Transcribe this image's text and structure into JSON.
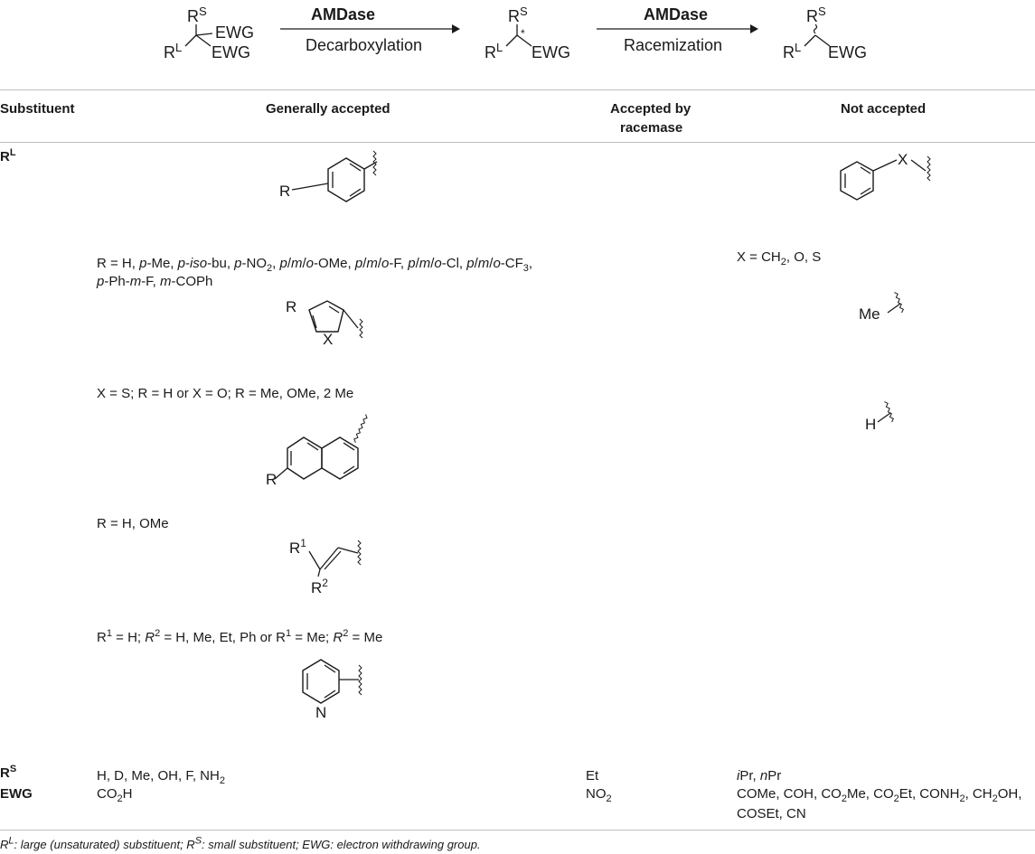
{
  "scheme": {
    "substrate": {
      "rs": "R",
      "rs_sup": "S",
      "rl": "R",
      "rl_sup": "L",
      "ewg1": "EWG",
      "ewg2": "EWG"
    },
    "step1": {
      "enzyme": "AMDase",
      "process": "Decarboxylation"
    },
    "intermediate": {
      "rs": "R",
      "rs_sup": "S",
      "rl": "R",
      "rl_sup": "L",
      "ewg": "EWG",
      "star": "*"
    },
    "step2": {
      "enzyme": "AMDase",
      "process": "Racemization"
    },
    "product": {
      "rs": "R",
      "rs_sup": "S",
      "rl": "R",
      "rl_sup": "L",
      "ewg": "EWG"
    }
  },
  "columns": {
    "substituent": "Substituent",
    "accepted": "Generally accepted",
    "racemase_line1": "Accepted by",
    "racemase_line2": "racemase",
    "not_accepted": "Not accepted"
  },
  "rows": {
    "rl": {
      "label": "R",
      "label_sup": "L"
    },
    "rs": {
      "label": "R",
      "label_sup": "S",
      "accepted": "H, D, Me, OH, F, NH",
      "accepted_sub": "2",
      "racemase": "Et"
    },
    "ewg": {
      "label": "EWG",
      "accepted": "CO",
      "accepted_sub": "2",
      "accepted_tail": "H",
      "racemase": "NO",
      "racemase_sub": "2"
    }
  },
  "rl_structures": {
    "aryl": {
      "R": "R"
    },
    "heteroaryl": {
      "R": "R",
      "X": "X"
    },
    "naphthyl": {
      "R": "R"
    },
    "alkenyl": {
      "R1": "R",
      "R1_sup": "1",
      "R2": "R",
      "R2_sup": "2"
    },
    "pyridyl": {
      "N": "N"
    }
  },
  "not_accepted": {
    "aryl": {
      "X": "X"
    },
    "aryl_caption": "X = CH₂, O, S",
    "methyl": "Me",
    "hydrogen": "H",
    "rs": "iPr, nPr",
    "ewg_line1": "COMe, COH, CO₂Me, CO₂Et, CONH₂, CH₂OH,",
    "ewg_line2": "COSEt, CN"
  },
  "captions": {
    "aryl_line1": "R = H, p-Me, p-iso-bu, p-NO2, p/m/o-OMe, p/m/o-F, p/m/o-Cl, p/m/o-CF3,",
    "aryl_line2": "p-Ph-m-F, m-COPh",
    "heteroaryl": "X = S; R = H or X = O; R = Me, OMe, 2 Me",
    "naphthyl": "R = H, OMe",
    "alkenyl": "R1 = H; R2 = H, Me, Et, Ph or R1 = Me; R2 = Me"
  },
  "footnote": "RL: large (unsaturated) substituent; RS: small substituent; EWG: electron withdrawing group."
}
